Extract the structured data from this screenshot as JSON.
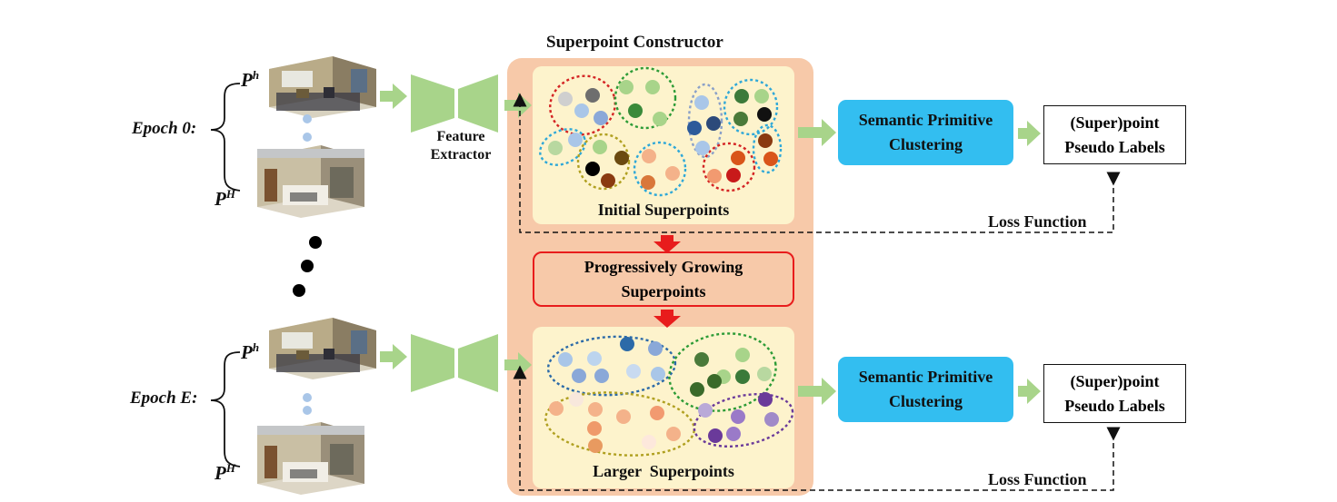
{
  "title": "Superpoint Constructor",
  "epoch0_label": "Epoch 0:",
  "epochE_label": "Epoch E:",
  "point_cloud_low": {
    "base": "P",
    "sup": "h"
  },
  "point_cloud_high": {
    "base": "P",
    "sup": "H"
  },
  "feature_extractor_label": "Feature Extractor",
  "initial_superpoints_label": "Initial Superpoints",
  "larger_superpoints_label": "Larger  Superpoints",
  "progressive_label_line1": "Progressively Growing",
  "progressive_label_line2": "Superpoints",
  "semantic_clustering_line1": "Semantic Primitive",
  "semantic_clustering_line2": "Clustering",
  "pseudo_labels_line1": "(Super)point",
  "pseudo_labels_line2": "Pseudo Labels",
  "loss_function_label": "Loss Function",
  "colors": {
    "constructor_bg": "#f7c9a9",
    "inner_panel": "#fdf3cc",
    "semantic_box": "#33bef0",
    "arrow_green": "#a8d48a",
    "arrow_red": "#e81c1c",
    "extractor": "#a8d48a"
  }
}
